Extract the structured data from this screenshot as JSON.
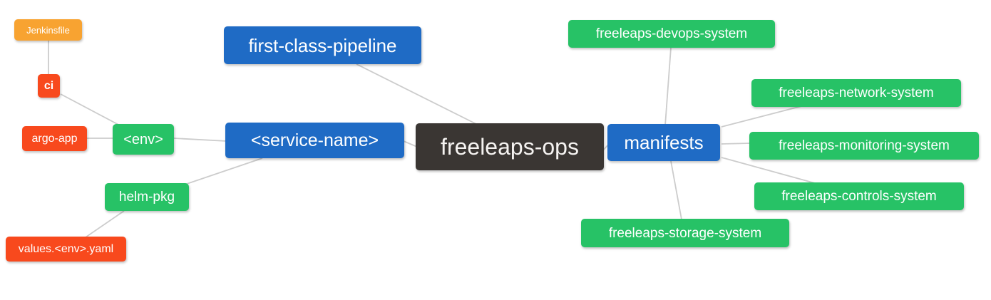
{
  "mindmap": {
    "nodes": {
      "jenkinsfile": {
        "label": "Jenkinsfile",
        "color_role": "orange"
      },
      "ci": {
        "label": "ci",
        "color_role": "red"
      },
      "argo_app": {
        "label": "argo-app",
        "color_role": "red"
      },
      "env": {
        "label": "<env>",
        "color_role": "green"
      },
      "helm_pkg": {
        "label": "helm-pkg",
        "color_role": "green"
      },
      "values_env_yaml": {
        "label": "values.<env>.yaml",
        "color_role": "red"
      },
      "first_class_pipeline": {
        "label": "first-class-pipeline",
        "color_role": "blue"
      },
      "service_name": {
        "label": "<service-name>",
        "color_role": "blue"
      },
      "freeleaps_ops": {
        "label": "freeleaps-ops",
        "color_role": "dark"
      },
      "manifests": {
        "label": "manifests",
        "color_role": "blue"
      },
      "devops_system": {
        "label": "freeleaps-devops-system",
        "color_role": "green"
      },
      "network_system": {
        "label": "freeleaps-network-system",
        "color_role": "green"
      },
      "monitoring_system": {
        "label": "freeleaps-monitoring-system",
        "color_role": "green"
      },
      "controls_system": {
        "label": "freeleaps-controls-system",
        "color_role": "green"
      },
      "storage_system": {
        "label": "freeleaps-storage-system",
        "color_role": "green"
      }
    },
    "edges": [
      {
        "from": "jenkinsfile",
        "to": "ci"
      },
      {
        "from": "ci",
        "to": "env"
      },
      {
        "from": "argo_app",
        "to": "env"
      },
      {
        "from": "env",
        "to": "service_name"
      },
      {
        "from": "helm_pkg",
        "to": "service_name"
      },
      {
        "from": "values_env_yaml",
        "to": "helm_pkg"
      },
      {
        "from": "first_class_pipeline",
        "to": "freeleaps_ops"
      },
      {
        "from": "service_name",
        "to": "freeleaps_ops"
      },
      {
        "from": "freeleaps_ops",
        "to": "manifests"
      },
      {
        "from": "manifests",
        "to": "devops_system"
      },
      {
        "from": "manifests",
        "to": "network_system"
      },
      {
        "from": "manifests",
        "to": "monitoring_system"
      },
      {
        "from": "manifests",
        "to": "controls_system"
      },
      {
        "from": "manifests",
        "to": "storage_system"
      }
    ],
    "colors": {
      "blue": "#1F6BC5",
      "green": "#27C266",
      "red": "#F8491D",
      "orange": "#F8A331",
      "dark": "#3A3633",
      "edge": "#CCCCCC",
      "text": "#FFFFFF",
      "background": "#FFFFFF"
    }
  }
}
